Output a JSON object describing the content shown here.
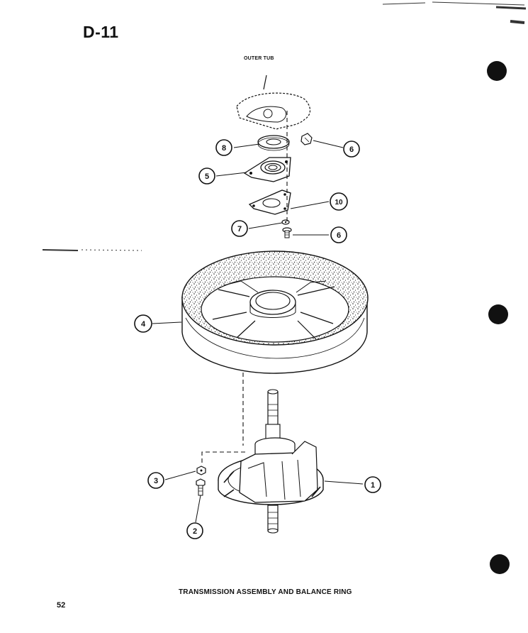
{
  "page": {
    "code": "D-11",
    "caption": "TRANSMISSION ASSEMBLY AND BALANCE RING",
    "page_number": "52"
  },
  "labels": {
    "outer_tub": "OUTER TUB"
  },
  "callouts": {
    "c1": "1",
    "c2": "2",
    "c3": "3",
    "c4": "4",
    "c5": "5",
    "c6a": "6",
    "c6b": "6",
    "c7": "7",
    "c8": "8",
    "c10": "10"
  },
  "colors": {
    "ink": "#111111",
    "paper": "#ffffff"
  }
}
